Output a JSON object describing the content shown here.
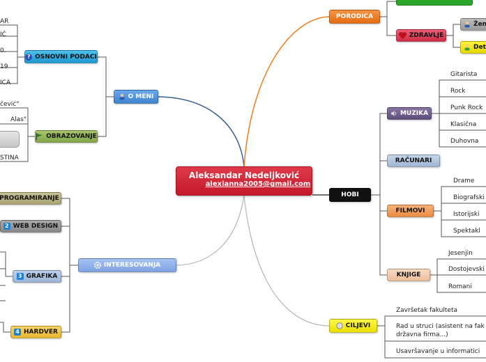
{
  "center": {
    "name": "Aleksandar Nedeljković",
    "email": "alexianna2005@gmail.com"
  },
  "top_left_fragments": [
    "AR",
    "IĆ",
    "0.",
    "19",
    "ICA"
  ],
  "o_meni": {
    "label": "O MENI"
  },
  "osnovni_podaci": {
    "label": "OSNOVNI PODACI",
    "icon": "question-icon"
  },
  "obrazovanje": {
    "label": "OBRAZOVANJE",
    "icon": "flag-icon",
    "fragments": [
      "čević\"",
      "Alas\"",
      "STINA"
    ]
  },
  "interesovanja": {
    "label": "INTERESOVANJA",
    "icon": "gear-icon",
    "items": [
      {
        "label": "PROGRAMIRANJE",
        "num": ""
      },
      {
        "label": "WEB DESIGN",
        "num": "2"
      },
      {
        "label": "GRAFIKA",
        "num": "3"
      },
      {
        "label": "HARDVER",
        "num": "4"
      }
    ]
  },
  "porodica": {
    "label": "PORODICA"
  },
  "zdravlje": {
    "label": "ZDRAVLJE",
    "icon": "heart-icon"
  },
  "zena": {
    "label": "Žen"
  },
  "deti": {
    "label": "Det"
  },
  "hobi": {
    "label": "HOBI"
  },
  "muzika": {
    "label": "MUZIKA",
    "icon": "speaker-icon",
    "items": [
      "Gitarista",
      "Rock",
      "Punk Rock",
      "Klasična",
      "Duhovna"
    ]
  },
  "racunari": {
    "label": "RAČUNARI"
  },
  "filmovi": {
    "label": "FILMOVI",
    "items": [
      "Drame",
      "Biografski",
      "Istorijski",
      "Spektakl"
    ]
  },
  "knjige": {
    "label": "KNJIGE",
    "items": [
      "Jesenjin",
      "Dostojevski",
      "Romani"
    ]
  },
  "ciljevi": {
    "label": "CILJEVI",
    "icon": "circle-icon",
    "items": [
      "Završetak fakulteta",
      "Rad u struci (asistent na fak",
      "državna firma...)",
      "Usavršavanje u informatici"
    ]
  },
  "colors": {
    "o_meni": "#4a8fd8",
    "osnovni": "#2aa2d8",
    "obrazovanje": "#8fb25a",
    "interesovanja": "#7fa8ea",
    "porodica": "#f07c1e",
    "zdravlje": "#e03a55",
    "hobi": "#111111",
    "muzika": "#6d5b86",
    "racunari": "#aabfd6",
    "filmovi": "#f0a060",
    "knjige": "#f3d0b6",
    "ciljevi": "#f5ef10"
  }
}
